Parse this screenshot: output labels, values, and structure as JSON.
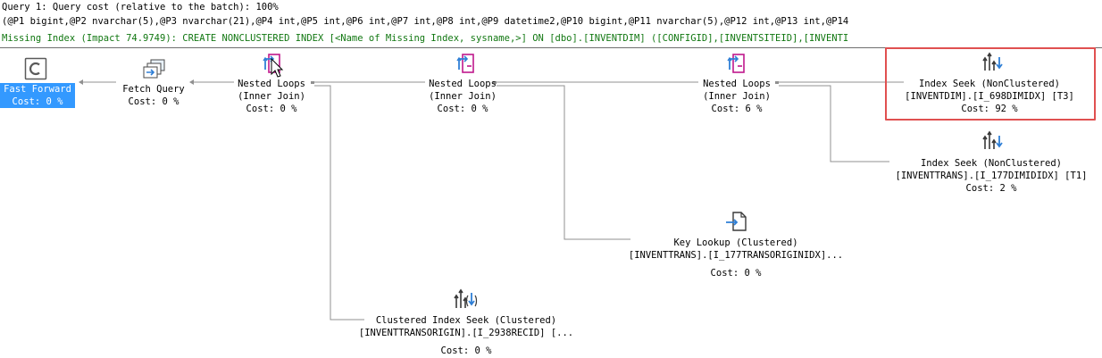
{
  "header": {
    "line1": "Query 1: Query cost (relative to the batch): 100%",
    "line2": "(@P1 bigint,@P2 nvarchar(5),@P3 nvarchar(21),@P4 int,@P5 int,@P6 int,@P7 int,@P8 int,@P9 datetime2,@P10 bigint,@P11 nvarchar(5),@P12 int,@P13 int,@P14",
    "line3": "Missing Index (Impact 74.9749): CREATE NONCLUSTERED INDEX [<Name of Missing Index, sysname,>] ON [dbo].[INVENTDIM] ([CONFIGID],[INVENTSITEID],[INVENTI"
  },
  "plan": {
    "fast_forward": {
      "label": "Fast Forward",
      "cost": "Cost: 0 %"
    },
    "fetch_query": {
      "label": "Fetch Query",
      "cost": "Cost: 0 %"
    },
    "nested_loops_1": {
      "label": "Nested Loops",
      "sub": "(Inner Join)",
      "cost": "Cost: 0 %"
    },
    "nested_loops_2": {
      "label": "Nested Loops",
      "sub": "(Inner Join)",
      "cost": "Cost: 0 %"
    },
    "nested_loops_3": {
      "label": "Nested Loops",
      "sub": "(Inner Join)",
      "cost": "Cost: 6 %"
    },
    "index_seek_1": {
      "label": "Index Seek (NonClustered)",
      "object": "[INVENTDIM].[I_698DIMIDX] [T3]",
      "cost": "Cost: 92 %"
    },
    "index_seek_2": {
      "label": "Index Seek (NonClustered)",
      "object": "[INVENTTRANS].[I_177DIMIDIDX] [T1]",
      "cost": "Cost: 2 %"
    },
    "key_lookup": {
      "label": "Key Lookup (Clustered)",
      "object": "[INVENTTRANS].[I_177TRANSORIGINIDX]...",
      "cost": "Cost: 0 %"
    },
    "clustered_seek": {
      "label": "Clustered Index Seek (Clustered)",
      "object": "[INVENTTRANSORIGIN].[I_2938RECID] [...",
      "cost": "Cost: 0 %"
    }
  },
  "colors": {
    "missing_index": "#117711",
    "selection": "#3399ff",
    "highlight": "#e05050",
    "icon_accent": "#2f7fd6",
    "nested_accent": "#c0188c"
  },
  "icons": [
    "cursor-icon",
    "fetch-query-icon",
    "nested-loops-icon",
    "index-seek-icon",
    "key-lookup-icon",
    "clustered-index-seek-icon",
    "mouse-pointer-icon"
  ]
}
